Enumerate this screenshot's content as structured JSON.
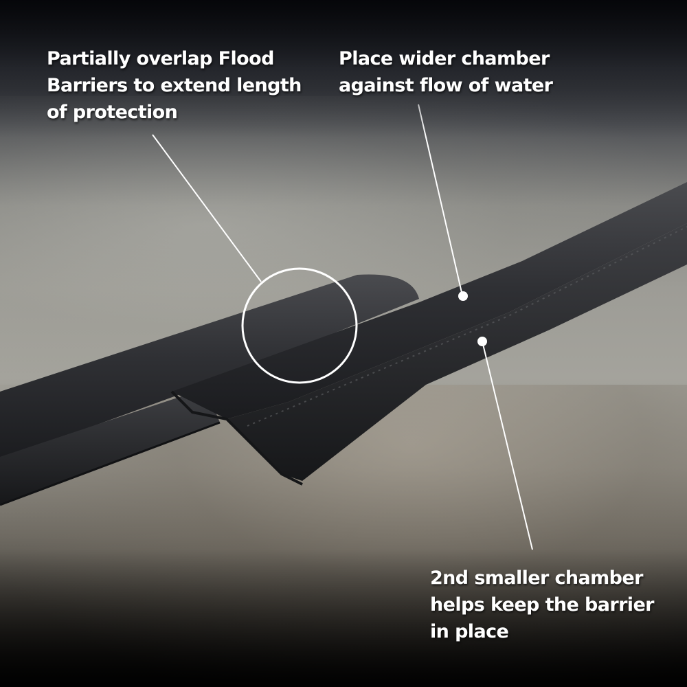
{
  "image": {
    "subject": "Flood barrier tubes deployed on wet pavement with annotated callouts",
    "colors": {
      "barrier": "#2b2c2f",
      "water": "#9c9b94",
      "pavement": "#8a8378",
      "annotation": "#ffffff"
    }
  },
  "callouts": {
    "overlap": {
      "lines": [
        "Partially overlap Flood",
        "Barriers to extend length",
        "of protection"
      ],
      "marker": "circle-highlight"
    },
    "wider_chamber": {
      "lines": [
        "Place wider chamber",
        "against flow of water"
      ],
      "marker": "dot"
    },
    "smaller_chamber": {
      "lines": [
        "2nd smaller chamber",
        "helps keep the barrier",
        "in place"
      ],
      "marker": "dot"
    }
  }
}
